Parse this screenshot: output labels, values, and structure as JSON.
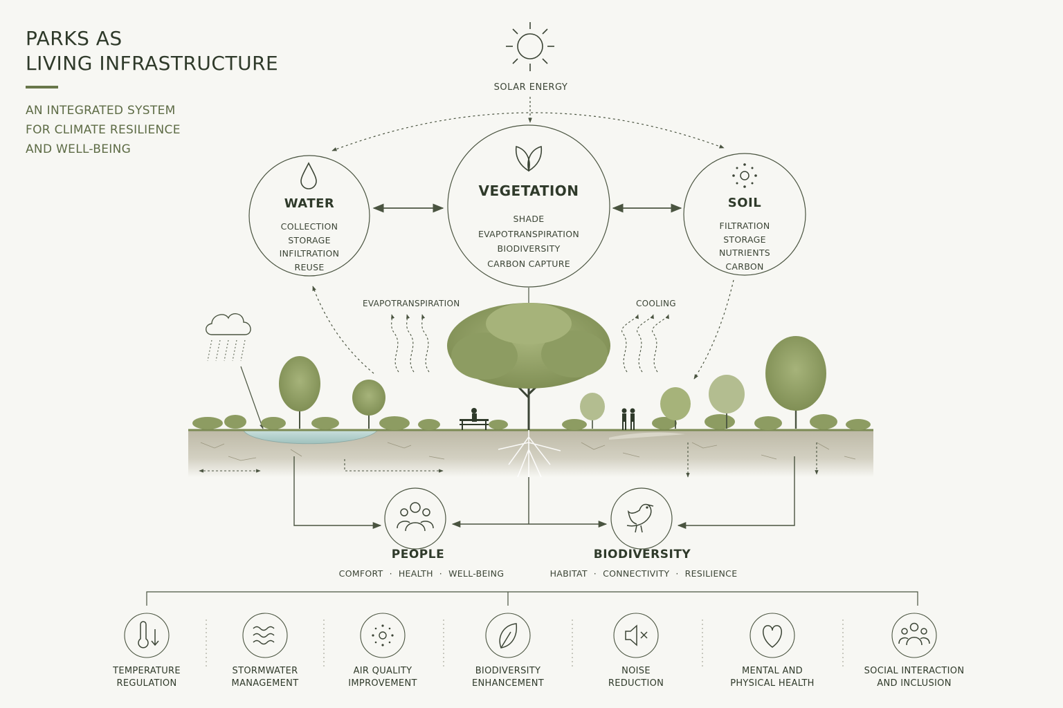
{
  "title": {
    "line1": "PARKS AS",
    "line2": "LIVING INFRASTRUCTURE"
  },
  "subtitle": {
    "line1": "AN INTEGRATED SYSTEM",
    "line2": "FOR CLIMATE RESILIENCE",
    "line3": "AND WELL-BEING"
  },
  "solar": {
    "label": "SOLAR ENERGY",
    "icon": "sun-icon"
  },
  "nodes": {
    "water": {
      "title": "WATER",
      "icon": "water-drop-icon",
      "items": [
        "COLLECTION",
        "STORAGE",
        "INFILTRATION",
        "REUSE"
      ]
    },
    "vegetation": {
      "title": "VEGETATION",
      "icon": "leaves-icon",
      "items": [
        "SHADE",
        "EVAPOTRANSPIRATION",
        "BIODIVERSITY",
        "CARBON CAPTURE"
      ]
    },
    "soil": {
      "title": "SOIL",
      "icon": "soil-particles-icon",
      "items": [
        "FILTRATION",
        "STORAGE",
        "NUTRIENTS",
        "CARBON"
      ]
    }
  },
  "flows": {
    "evapotranspiration": "EVAPOTRANSPIRATION",
    "cooling": "COOLING"
  },
  "hubs": {
    "people": {
      "title": "PEOPLE",
      "icon": "people-icon",
      "items": [
        "COMFORT",
        "HEALTH",
        "WELL-BEING"
      ]
    },
    "biodiversity": {
      "title": "BIODIVERSITY",
      "icon": "bird-icon",
      "items": [
        "HABITAT",
        "CONNECTIVITY",
        "RESILIENCE"
      ]
    }
  },
  "separator": "·",
  "benefits": [
    {
      "icon": "thermometer-icon",
      "line1": "TEMPERATURE",
      "line2": "REGULATION"
    },
    {
      "icon": "waves-icon",
      "line1": "STORMWATER",
      "line2": "MANAGEMENT"
    },
    {
      "icon": "air-particles-icon",
      "line1": "AIR QUALITY",
      "line2": "IMPROVEMENT"
    },
    {
      "icon": "leaf-icon",
      "line1": "BIODIVERSITY",
      "line2": "ENHANCEMENT"
    },
    {
      "icon": "speaker-mute-icon",
      "line1": "NOISE",
      "line2": "REDUCTION"
    },
    {
      "icon": "heart-icon",
      "line1": "MENTAL AND",
      "line2": "PHYSICAL HEALTH"
    },
    {
      "icon": "community-icon",
      "line1": "SOCIAL INTERACTION",
      "line2": "AND INCLUSION"
    }
  ],
  "colors": {
    "accent": "#68774a",
    "ink": "#2f3a2a",
    "line": "#4a5440",
    "foliage": "#8d9c62",
    "soil": "#c9c5b4",
    "water": "#b9d4d2",
    "background": "#f7f7f3"
  }
}
